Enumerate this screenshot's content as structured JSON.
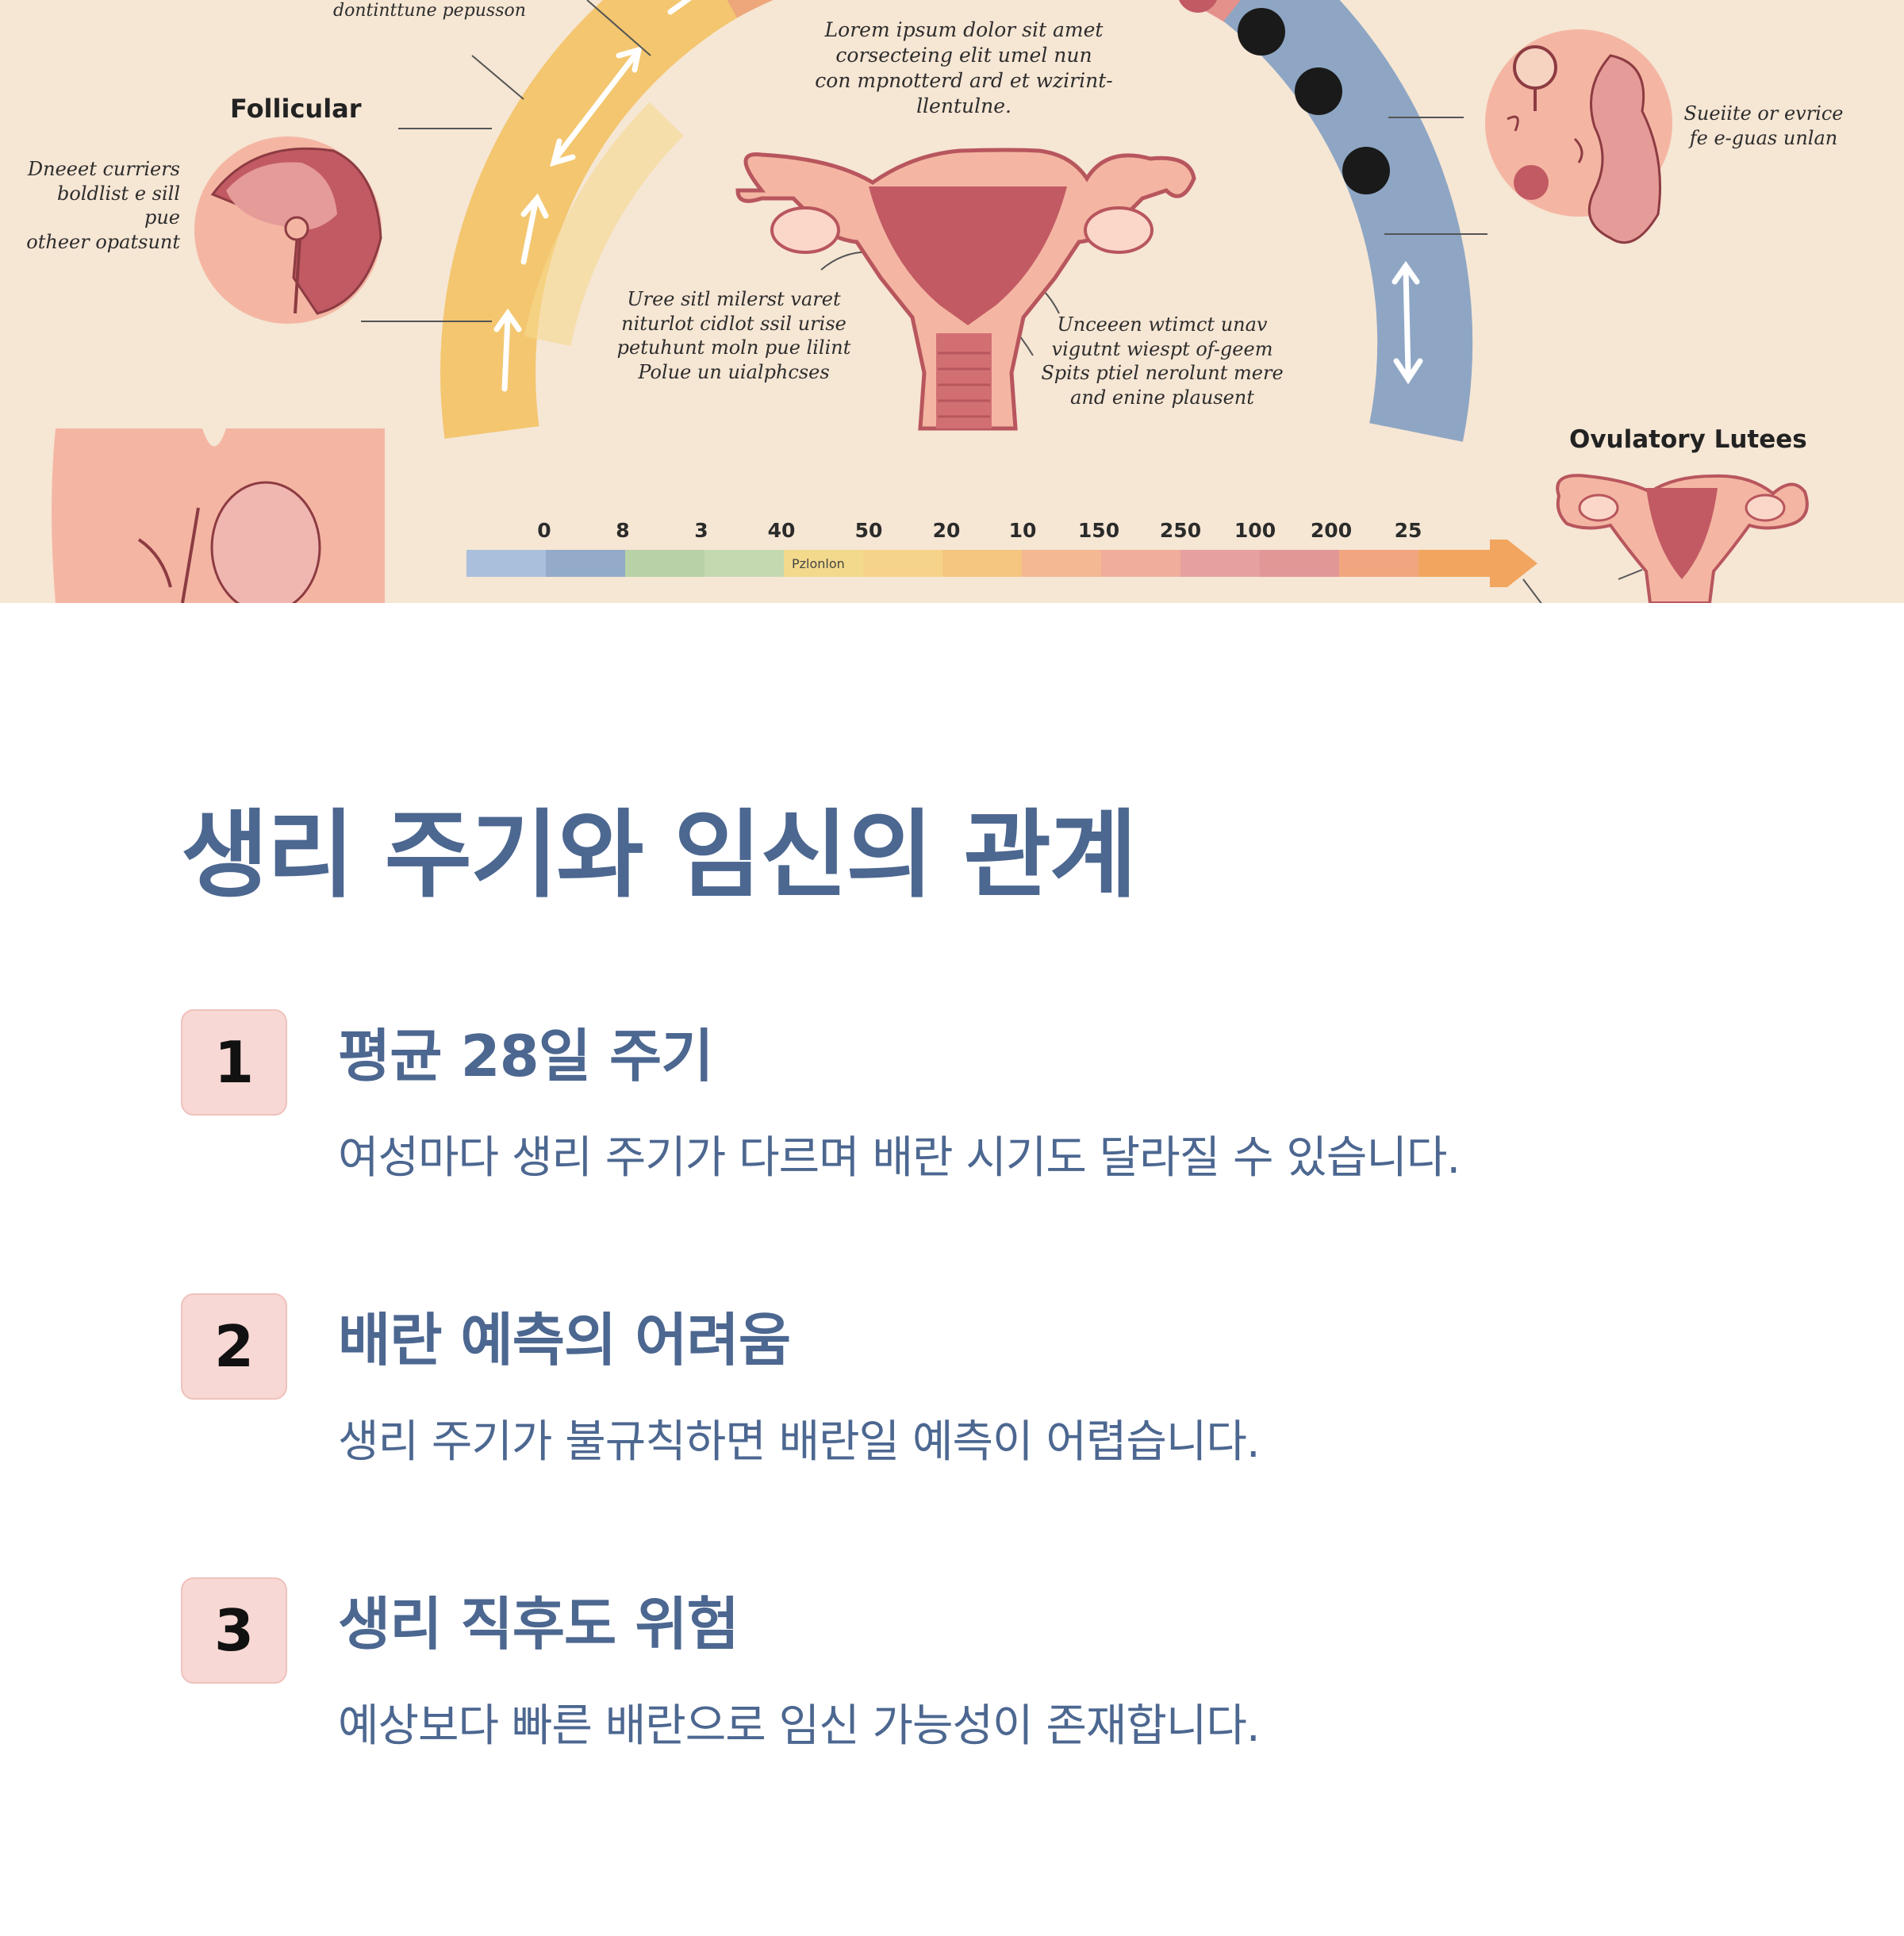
{
  "illustration": {
    "top_left_caption": "dontinttune pepusson",
    "follicular_label": "Follicular",
    "left_caption": "Dneeet curriers\nboldlist e sill pue\notheer opatsunt",
    "center_caption": "Lorem ipsum dolor sit amet\ncorsecteing elit umel nun\ncon mpnotterd ard et wzirint-\nllentulne.",
    "lower_left_caption": "Uree sitl milerst varet\nniturlot cidlot ssil urise\npetuhunt moln pue lilint\nPolue un uialphcses",
    "lower_right_caption": "Unceeen wtimct unav\nvigutnt wiespt of-geem\nSpits ptiel nerolunt mere\nand enine plausent",
    "right_caption": "Sueiite or evrice\nfe e-guas unlan",
    "ovulatory_label": "Ovulatory Lutees",
    "scale_ticks": [
      "0",
      "8",
      "3",
      "40",
      "50",
      "20",
      "10",
      "150",
      "250",
      "100",
      "200",
      "25"
    ],
    "scale_bar_label": "Pzlonlon",
    "colors": {
      "yellow": "#f3c66f",
      "orange": "#eda77a",
      "blue": "#8ea6c4",
      "pink": "#e4918c",
      "tissue": "#c25a63"
    }
  },
  "main": {
    "title": "생리 주기와 임신의 관계",
    "steps": [
      {
        "num": "1",
        "title": "평균 28일 주기",
        "desc": "여성마다 생리 주기가 다르며 배란 시기도 달라질 수 있습니다."
      },
      {
        "num": "2",
        "title": "배란 예측의 어려움",
        "desc": "생리 주기가 불규칙하면 배란일 예측이 어렵습니다."
      },
      {
        "num": "3",
        "title": "생리 직후도 위험",
        "desc": "예상보다 빠른 배란으로 임신 가능성이 존재합니다."
      }
    ]
  }
}
